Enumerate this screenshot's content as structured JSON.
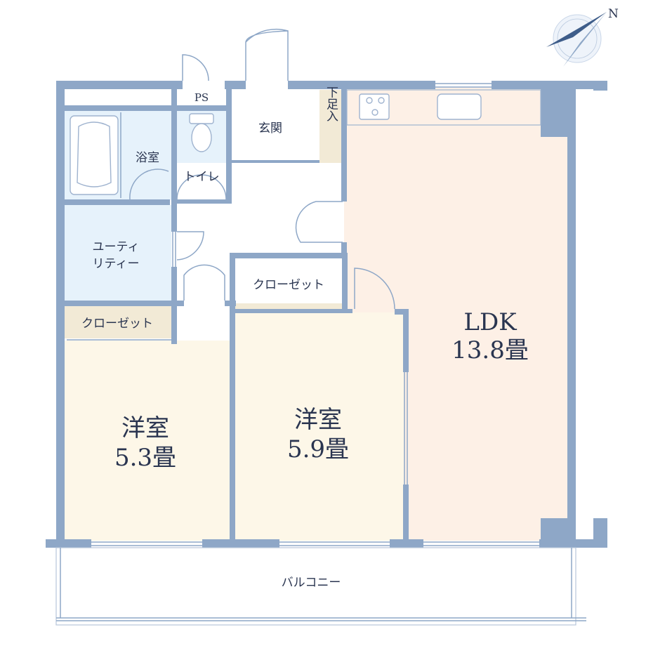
{
  "floorplan": {
    "rooms": {
      "ps": "PS",
      "genkan": "玄関",
      "shoe_storage": "下足入",
      "bath": "浴室",
      "toilet": "トイレ",
      "utility_line1": "ユーティ",
      "utility_line2": "リティー",
      "closet_left": "クローゼット",
      "closet_center": "クローゼット",
      "western_left_name": "洋室",
      "western_left_size": "5.3畳",
      "western_center_name": "洋室",
      "western_center_size": "5.9畳",
      "ldk_name": "LDK",
      "ldk_size": "13.8畳",
      "balcony": "バルコニー"
    },
    "compass_label": "N",
    "colors": {
      "wall": "#8ea7c7",
      "ldk_floor": "#fdf0e6",
      "western_floor": "#fdf7e8",
      "wet_area": "#e6f2fb",
      "closet": "#f2ead6",
      "text": "#2a3550"
    }
  }
}
